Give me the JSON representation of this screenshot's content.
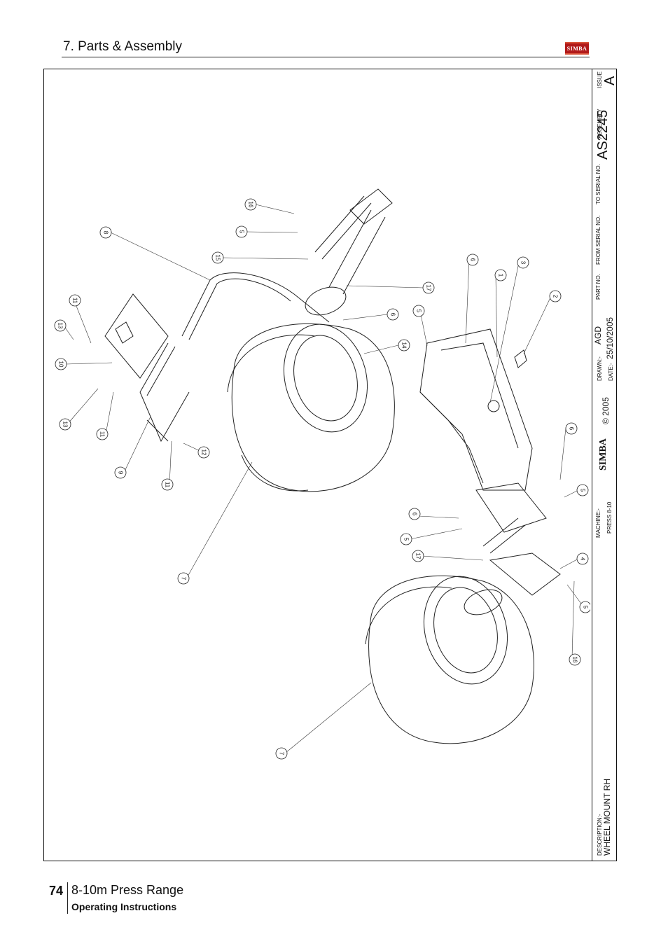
{
  "header": {
    "section_title": "7. Parts & Assembly",
    "logo_text": "SIMBA"
  },
  "footer": {
    "page_number": "74",
    "title": "8-10m Press Range",
    "subtitle": "Operating Instructions"
  },
  "title_block": {
    "issue_label": "ISSUE",
    "issue_value": "A",
    "assembly_label": "ASSEMBLY",
    "assembly_value": "AS2245",
    "to_serial_label": "TO SERIAL NO.",
    "from_serial_label": "FROM SERIAL NO.",
    "part_no_label": "PART NO.",
    "drawn_label": "DRAWN:-",
    "drawn_value": "AGD",
    "date_label": "DATE:-",
    "date_value": "25/10/2005",
    "copyright": "© 2005",
    "brand": "SIMBA",
    "machine_label": "MACHINE:-",
    "machine_value": "PRESS 8-10",
    "description_label": "DESCRIPTION:-",
    "description_value": "WHEEL MOUNT RH"
  },
  "balloons": [
    {
      "label": "16"
    },
    {
      "label": "5"
    },
    {
      "label": "15"
    },
    {
      "label": "8"
    },
    {
      "label": "17"
    },
    {
      "label": "6"
    },
    {
      "label": "14"
    },
    {
      "label": "5"
    },
    {
      "label": "6"
    },
    {
      "label": "1"
    },
    {
      "label": "3"
    },
    {
      "label": "2"
    },
    {
      "label": "11"
    },
    {
      "label": "13"
    },
    {
      "label": "10"
    },
    {
      "label": "13"
    },
    {
      "label": "11"
    },
    {
      "label": "9"
    },
    {
      "label": "11"
    },
    {
      "label": "12"
    },
    {
      "label": "6"
    },
    {
      "label": "5"
    },
    {
      "label": "6"
    },
    {
      "label": "5"
    },
    {
      "label": "17"
    },
    {
      "label": "4"
    },
    {
      "label": "5"
    },
    {
      "label": "16"
    },
    {
      "label": "7"
    },
    {
      "label": "7"
    }
  ]
}
